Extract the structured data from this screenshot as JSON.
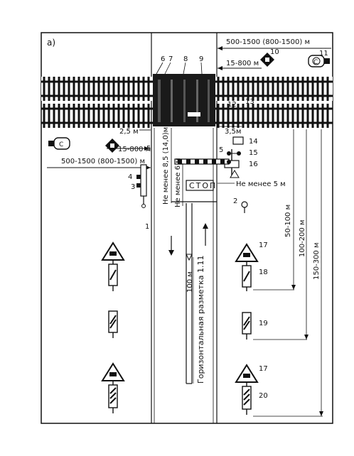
{
  "figure_label": "а)",
  "dims": {
    "top_distance": "500-1500 (800-1500) м",
    "left_distance": "500-1500 (800-1500) м",
    "d_15_800_right": "15-800 м",
    "d_15_800_left": "15-800 м",
    "d_2_5": "2,5 м",
    "d_3_5": "3,5м",
    "d_50_100": "50-100 м",
    "d_100_200": "100-200 м",
    "d_150_300": "150-300 м",
    "d_100": "100 м",
    "d_not_less_8_5": "Не менее 8,5 (14,0)м",
    "d_not_less_6": "Не менее 6 м",
    "d_not_less_5": "Не менее 5 м"
  },
  "stop_text": "СТОП",
  "marking_text": "Горизонтальная разметка 1.11",
  "numbers": {
    "n1": "1",
    "n2": "2",
    "n3": "3",
    "n4": "4",
    "n5": "5",
    "n5b": "5",
    "n6": "6",
    "n7": "7",
    "n8": "8",
    "n9": "9",
    "n10": "10",
    "n11": "11",
    "n12": "12",
    "n13": "13",
    "n14": "14",
    "n15": "15",
    "n16": "16",
    "n17": "17",
    "n17b": "17",
    "n18": "18",
    "n19": "19",
    "n20": "20"
  },
  "sign_letters": {
    "c_right": "С",
    "c_left": "С"
  },
  "colors": {
    "ink": "#111111",
    "paper": "#ffffff"
  }
}
